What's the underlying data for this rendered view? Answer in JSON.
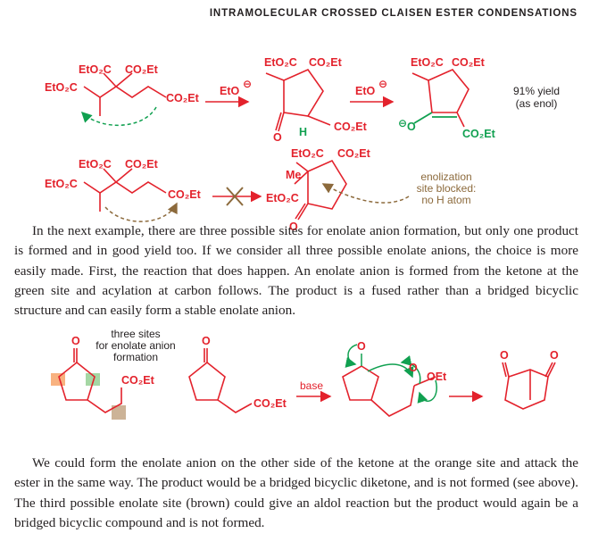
{
  "header": "INTRAMOLECULAR CROSSED CLAISEN ESTER CONDENSATIONS",
  "scheme1": {
    "groups": {
      "eto2c": "EtO₂C",
      "co2et": "CO₂Et",
      "eto": "EtO",
      "o": "O",
      "h": "H",
      "me": "Me"
    },
    "yield_line1": "91% yield",
    "yield_line2": "(as enol)",
    "blocked_line1": "enolization",
    "blocked_line2": "site blocked:",
    "blocked_line3": "no H atom",
    "charge": "⊖"
  },
  "paragraph1": "In the next example, there are three possible sites for enolate anion formation, but only one product is formed and in good yield too. If we consider all three possible enolate anions, the choice is more easily made. First, the reaction that does happen. An enolate anion is formed from the ketone at the green site and acylation at carbon follows. The product is a fused rather than a bridged bicyclic structure and can easily form a stable enolate anion.",
  "scheme2": {
    "label_line1": "three sites",
    "label_line2": "for enolate anion",
    "label_line3": "formation",
    "base": "base",
    "o": "O",
    "co2et": "CO₂Et",
    "oet": "OEt"
  },
  "paragraph2": "We could form the enolate anion on the other side of the ketone at the orange site and attack the ester in the same way. The product would be a bridged bicyclic diketone, and is not formed (see above). The third possible enolate site (brown) could give an aldol reaction but the product would again be a bridged bicyclic compound and is not formed.",
  "colors": {
    "red": "#e3222c",
    "green": "#10a050",
    "brown": "#8c6a3c",
    "orange": "#f7a46a",
    "greenbox": "#9bd39a",
    "brownbox": "#c7ab8c"
  }
}
